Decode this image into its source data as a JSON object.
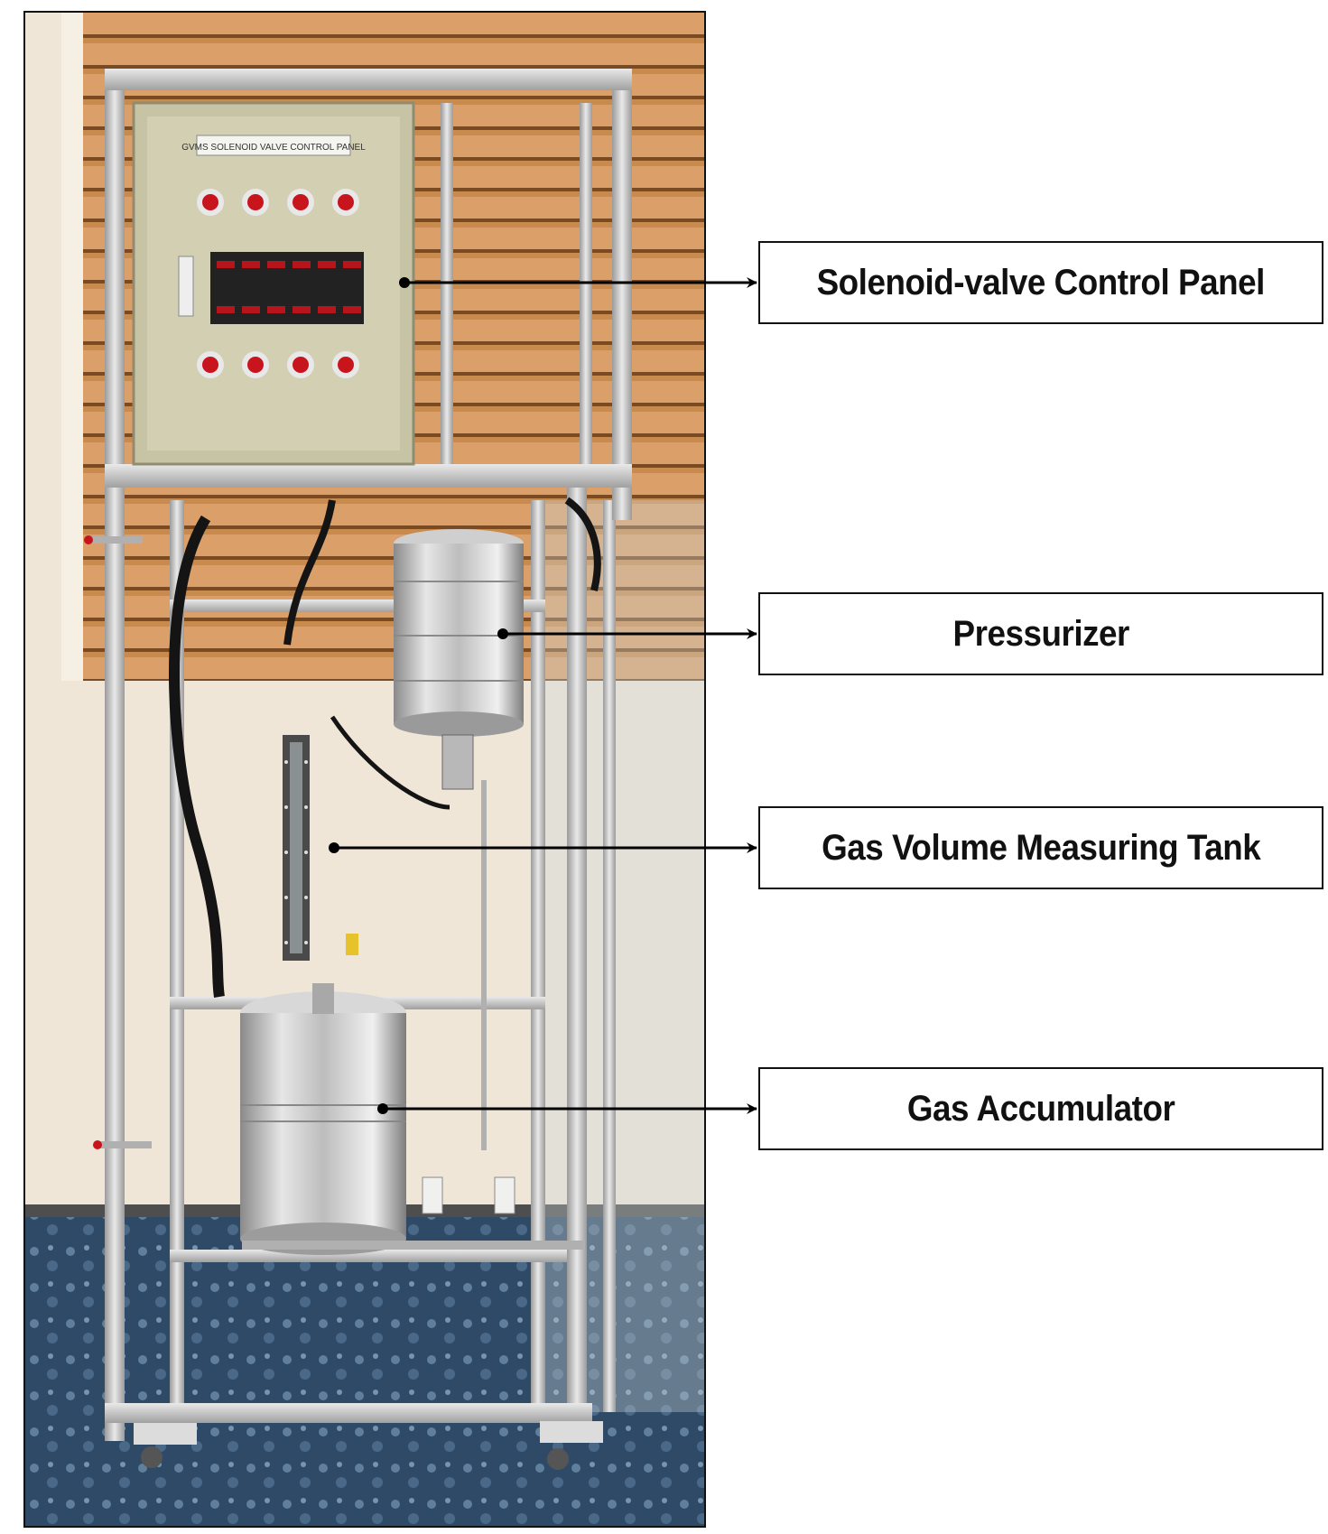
{
  "photo": {
    "panel_sign": "GVMS SOLENOID VALVE CONTROL PANEL"
  },
  "callouts": [
    {
      "label": "Solenoid-valve Control Panel"
    },
    {
      "label": "Pressurizer"
    },
    {
      "label": "Gas Volume Measuring Tank"
    },
    {
      "label": "Gas Accumulator"
    }
  ],
  "colors": {
    "box_border": "#111111",
    "label_text": "#111111",
    "arrow": "#000000"
  }
}
